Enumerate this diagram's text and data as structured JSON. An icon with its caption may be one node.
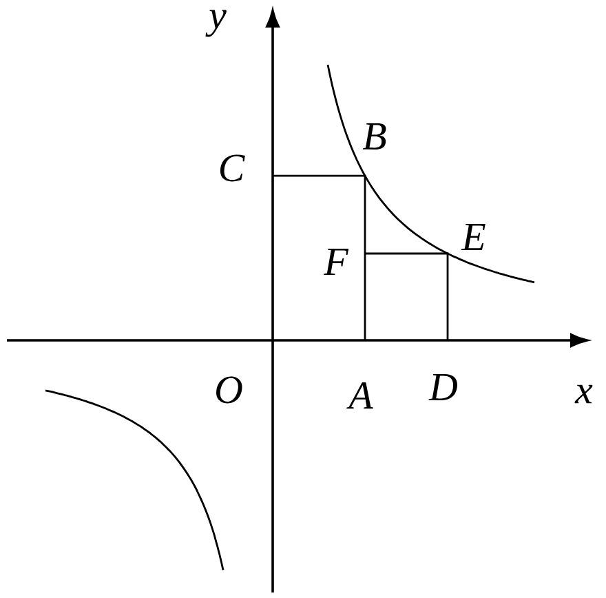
{
  "diagram": {
    "labels": [
      "y",
      "C",
      "B",
      "F",
      "E",
      "O",
      "A",
      "D",
      "x"
    ]
  }
}
